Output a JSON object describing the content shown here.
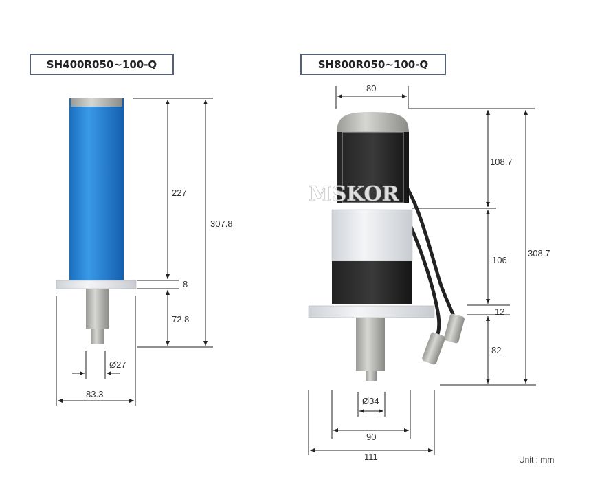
{
  "left_model": {
    "title": "SH400R050~100-Q",
    "dims": {
      "top_section": "227",
      "total_height": "307.8",
      "flange": "8",
      "shaft_length": "72.8",
      "shaft_diameter": "Ø27",
      "flange_width": "83.3"
    }
  },
  "right_model": {
    "title": "SH800R050~100-Q",
    "dims": {
      "motor_width": "80",
      "motor_height": "108.7",
      "gearbox_height": "106",
      "flange": "12",
      "shaft_length": "82",
      "total_height": "308.7",
      "shaft_diameter": "Ø34",
      "body_width": "90",
      "flange_width": "111"
    }
  },
  "watermark": "MSKOR",
  "unit_label": "Unit : mm",
  "colors": {
    "blue": "#1f7fd0",
    "frame": "#55607a"
  }
}
